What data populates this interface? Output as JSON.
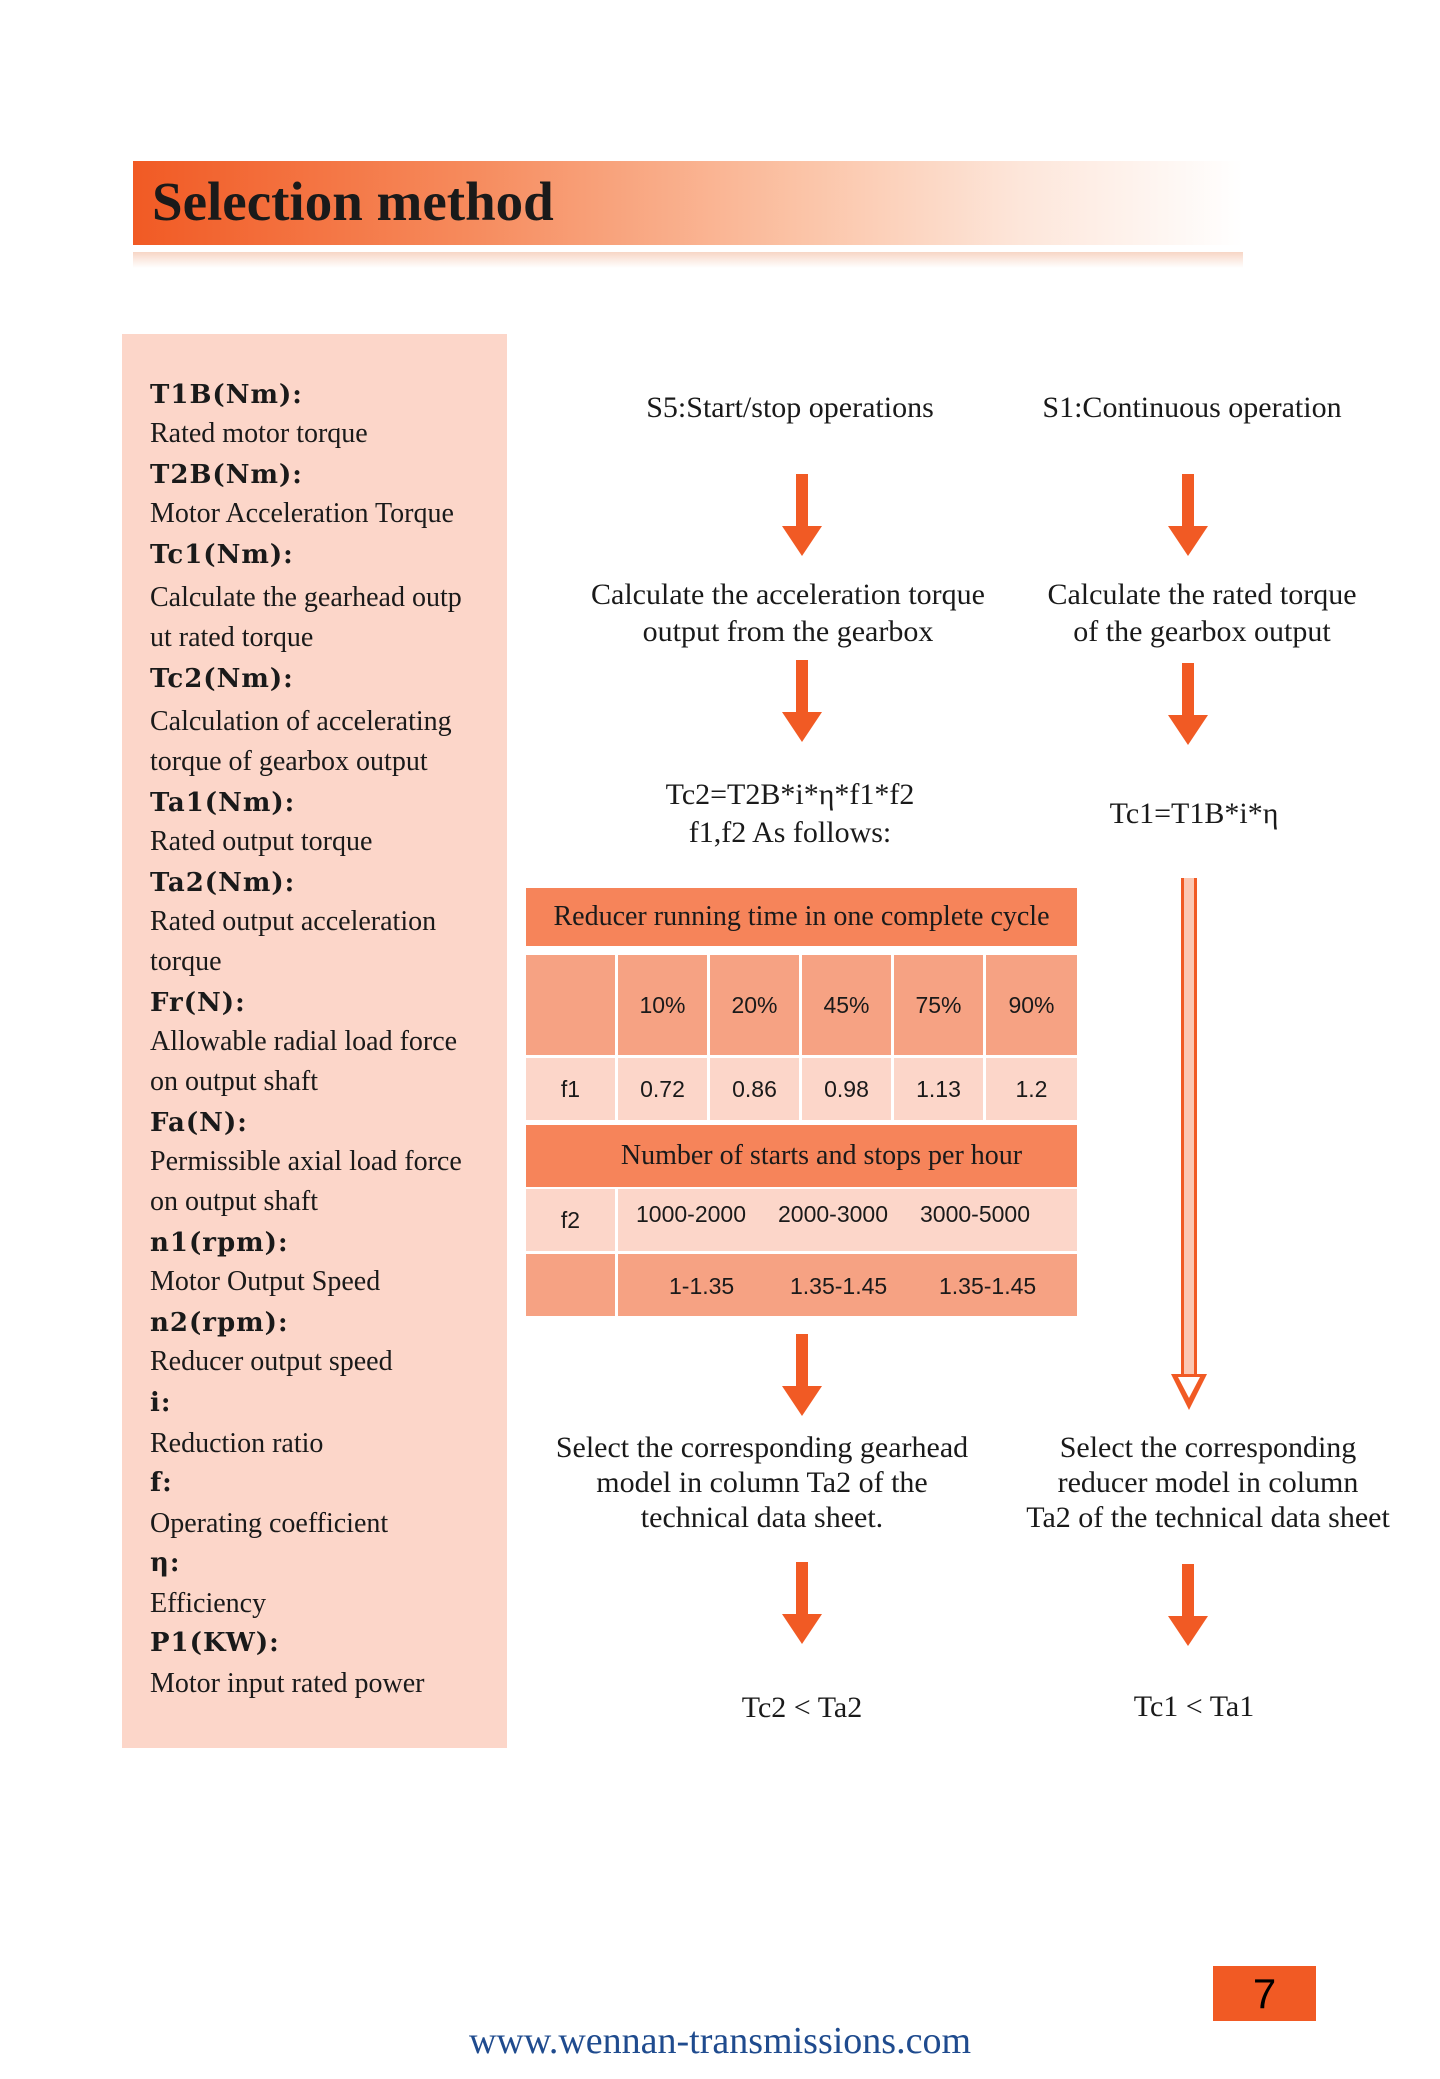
{
  "title": "Selection method",
  "glossary": [
    {
      "term": "T1B(Nm):",
      "desc": [
        "Rated motor torque"
      ]
    },
    {
      "term": "T2B(Nm):",
      "desc": [
        "Motor Acceleration Torque"
      ]
    },
    {
      "term": "Tc1(Nm):",
      "desc": [
        "Calculate the gearhead outp",
        "ut rated torque"
      ]
    },
    {
      "term": "Tc2(Nm):",
      "desc": [
        "Calculation of accelerating",
        "torque of gearbox output"
      ]
    },
    {
      "term": "Ta1(Nm):",
      "desc": [
        "Rated output torque"
      ]
    },
    {
      "term": "Ta2(Nm):",
      "desc": [
        "Rated output acceleration",
        "torque"
      ]
    },
    {
      "term": "Fr(N):",
      "desc": [
        "Allowable radial load force",
        "on output shaft"
      ]
    },
    {
      "term": "Fa(N):",
      "desc": [
        "Permissible axial load force",
        "on output shaft"
      ]
    },
    {
      "term": "n1(rpm):",
      "desc": [
        "Motor Output Speed"
      ]
    },
    {
      "term": "n2(rpm):",
      "desc": [
        "Reducer output speed"
      ]
    },
    {
      "term": "i:",
      "desc": [
        "Reduction ratio"
      ]
    },
    {
      "term": "f:",
      "desc": [
        "Operating coefficient"
      ]
    },
    {
      "term": "η:",
      "desc": [
        "Efficiency"
      ]
    },
    {
      "term": "P1(KW):",
      "desc": [
        "Motor input rated power"
      ]
    }
  ],
  "flow_s5": {
    "heading": "S5:Start/stop operations",
    "step1": [
      "Calculate the acceleration torque",
      "output from the gearbox"
    ],
    "formula": [
      "Tc2=T2B*i*η*f1*f2",
      "f1,f2 As follows:"
    ],
    "step3": [
      "Select the corresponding gearhead",
      "model in column Ta2 of the",
      "technical data sheet."
    ],
    "result": "Tc2 < Ta2"
  },
  "flow_s1": {
    "heading": "S1:Continuous operation",
    "step1": [
      "Calculate the rated torque",
      "of the gearbox output"
    ],
    "formula": "Tc1=T1B*i*η",
    "step3": [
      "Select the corresponding",
      "reducer model in column",
      "Ta2 of the technical data sheet"
    ],
    "result": "Tc1 < Ta1"
  },
  "table": {
    "f1_title": "Reducer running time in one complete cycle",
    "f1_columns": [
      "10%",
      "20%",
      "45%",
      "75%",
      "90%"
    ],
    "f1_label": "f1",
    "f1_values": [
      "0.72",
      "0.86",
      "0.98",
      "1.13",
      "1.2"
    ],
    "f2_title": "Number of starts and stops per hour",
    "f2_label": "f2",
    "f2_columns": [
      "1000-2000",
      "2000-3000",
      "3000-5000"
    ],
    "f2_values": [
      "1-1.35",
      "1.35-1.45",
      "1.35-1.45"
    ]
  },
  "colors": {
    "accent": "#f15a24",
    "arrow": "#f15a24",
    "panel": "#fcd6c9",
    "table_header": "#f6845a",
    "link": "#1f4b8e"
  },
  "page_number": "7",
  "website": "www.wennan-transmissions.com"
}
